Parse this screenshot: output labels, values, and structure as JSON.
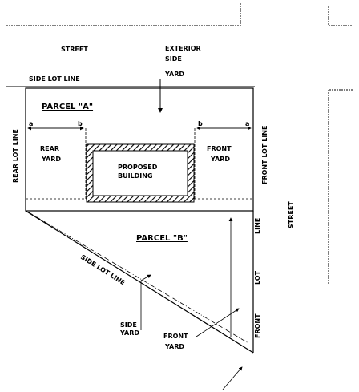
{
  "labels": {
    "street_top": "STREET",
    "exterior": "EXTERIOR",
    "side": "SIDE",
    "yard": "YARD",
    "side_lot_line_top": "SIDE LOT LINE",
    "parcel_a": "PARCEL \"A\"",
    "parcel_b": "PARCEL \"B\"",
    "rear_yard_1": "REAR",
    "rear_yard_2": "YARD",
    "front_yard_1": "FRONT",
    "front_yard_2": "YARD",
    "proposed_1": "PROPOSED",
    "proposed_2": "BUILDING",
    "rear_lot_line": "REAR LOT LINE",
    "front_lot_line": "FRONT LOT LINE",
    "street_right": "STREET",
    "line": "LINE",
    "lot": "LOT",
    "front": "FRONT",
    "side_lot_line_diag": "SIDE LOT LINE",
    "side_yard_1": "SIDE",
    "side_yard_2": "YARD",
    "front_yard_b_1": "FRONT",
    "front_yard_b_2": "YARD",
    "dim_a": "a",
    "dim_b": "b"
  }
}
